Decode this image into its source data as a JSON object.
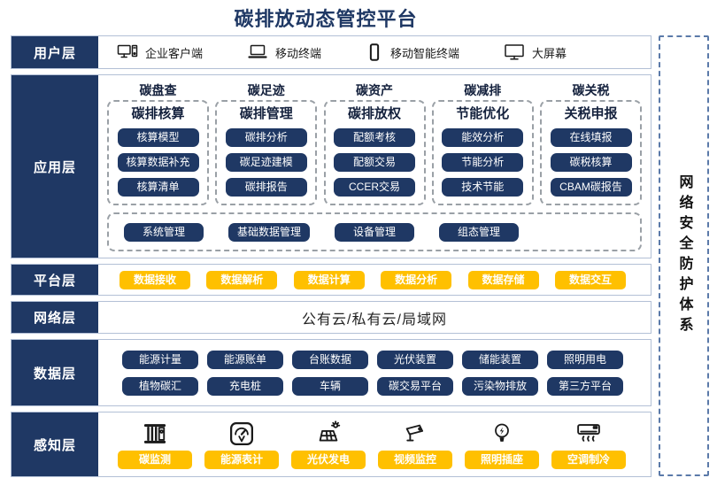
{
  "title": "碳排放动态管控平台",
  "colors": {
    "navy": "#1F3864",
    "yellow": "#FFC000",
    "border": "#B3C0D6",
    "dashed": "#9AA0A6"
  },
  "user_layer": {
    "label": "用户层",
    "items": [
      {
        "icon": "desktop-client-icon",
        "label": "企业客户端"
      },
      {
        "icon": "laptop-icon",
        "label": "移动终端"
      },
      {
        "icon": "smartphone-icon",
        "label": "移动智能终端"
      },
      {
        "icon": "big-screen-icon",
        "label": "大屏幕"
      }
    ]
  },
  "app_layer": {
    "label": "应用层",
    "columns": [
      {
        "header": "碳盘查",
        "subtitle": "碳排核算",
        "buttons": [
          "核算模型",
          "核算数据补充",
          "核算清单"
        ]
      },
      {
        "header": "碳足迹",
        "subtitle": "碳排管理",
        "buttons": [
          "碳排分析",
          "碳足迹建模",
          "碳排报告"
        ]
      },
      {
        "header": "碳资产",
        "subtitle": "碳排放权",
        "buttons": [
          "配额考核",
          "配额交易",
          "CCER交易"
        ]
      },
      {
        "header": "碳减排",
        "subtitle": "节能优化",
        "buttons": [
          "能效分析",
          "节能分析",
          "技术节能"
        ]
      },
      {
        "header": "碳关税",
        "subtitle": "关税申报",
        "buttons": [
          "在线填报",
          "碳税核算",
          "CBAM碳报告"
        ]
      }
    ],
    "common_buttons": [
      "系统管理",
      "基础数据管理",
      "设备管理",
      "组态管理"
    ]
  },
  "platform_layer": {
    "label": "平台层",
    "buttons": [
      "数据接收",
      "数据解析",
      "数据计算",
      "数据分析",
      "数据存储",
      "数据交互"
    ]
  },
  "network_layer": {
    "label": "网络层",
    "text": "公有云/私有云/局域网"
  },
  "data_layer": {
    "label": "数据层",
    "rows": [
      [
        "能源计量",
        "能源账单",
        "台账数据",
        "光伏装置",
        "储能装置",
        "照明用电"
      ],
      [
        "植物碳汇",
        "充电桩",
        "车辆",
        "碳交易平台",
        "污染物排放",
        "第三方平台"
      ]
    ]
  },
  "perception_layer": {
    "label": "感知层",
    "items": [
      {
        "icon": "carbon-monitor-icon",
        "label": "碳监测"
      },
      {
        "icon": "energy-meter-icon",
        "label": "能源表计"
      },
      {
        "icon": "solar-power-icon",
        "label": "光伏发电"
      },
      {
        "icon": "cctv-camera-icon",
        "label": "视频监控"
      },
      {
        "icon": "light-bulb-icon",
        "label": "照明插座"
      },
      {
        "icon": "air-conditioner-icon",
        "label": "空调制冷"
      }
    ]
  },
  "security_sidebar": {
    "text": "网络安全防护体系"
  }
}
